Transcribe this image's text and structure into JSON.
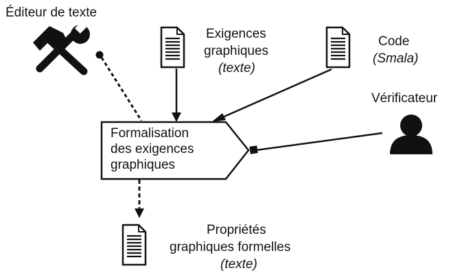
{
  "text_editor": {
    "label": "Éditeur de texte",
    "icon": "hammer-wrench-icon"
  },
  "graphical_requirements": {
    "line1": "Exigences",
    "line2": "graphiques",
    "line3": "(texte)",
    "icon": "document-icon"
  },
  "code": {
    "line1": "Code",
    "line2": "(Smala)",
    "icon": "document-icon"
  },
  "verifier": {
    "label": "Vérificateur",
    "icon": "person-icon"
  },
  "process": {
    "line1": "Formalisation",
    "line2": "des exigences",
    "line3": "graphiques"
  },
  "output": {
    "line1": "Propriétés",
    "line2": "graphiques formelles",
    "line3": "(texte)",
    "icon": "document-icon"
  },
  "colors": {
    "ink": "#111111",
    "background": "#ffffff"
  }
}
